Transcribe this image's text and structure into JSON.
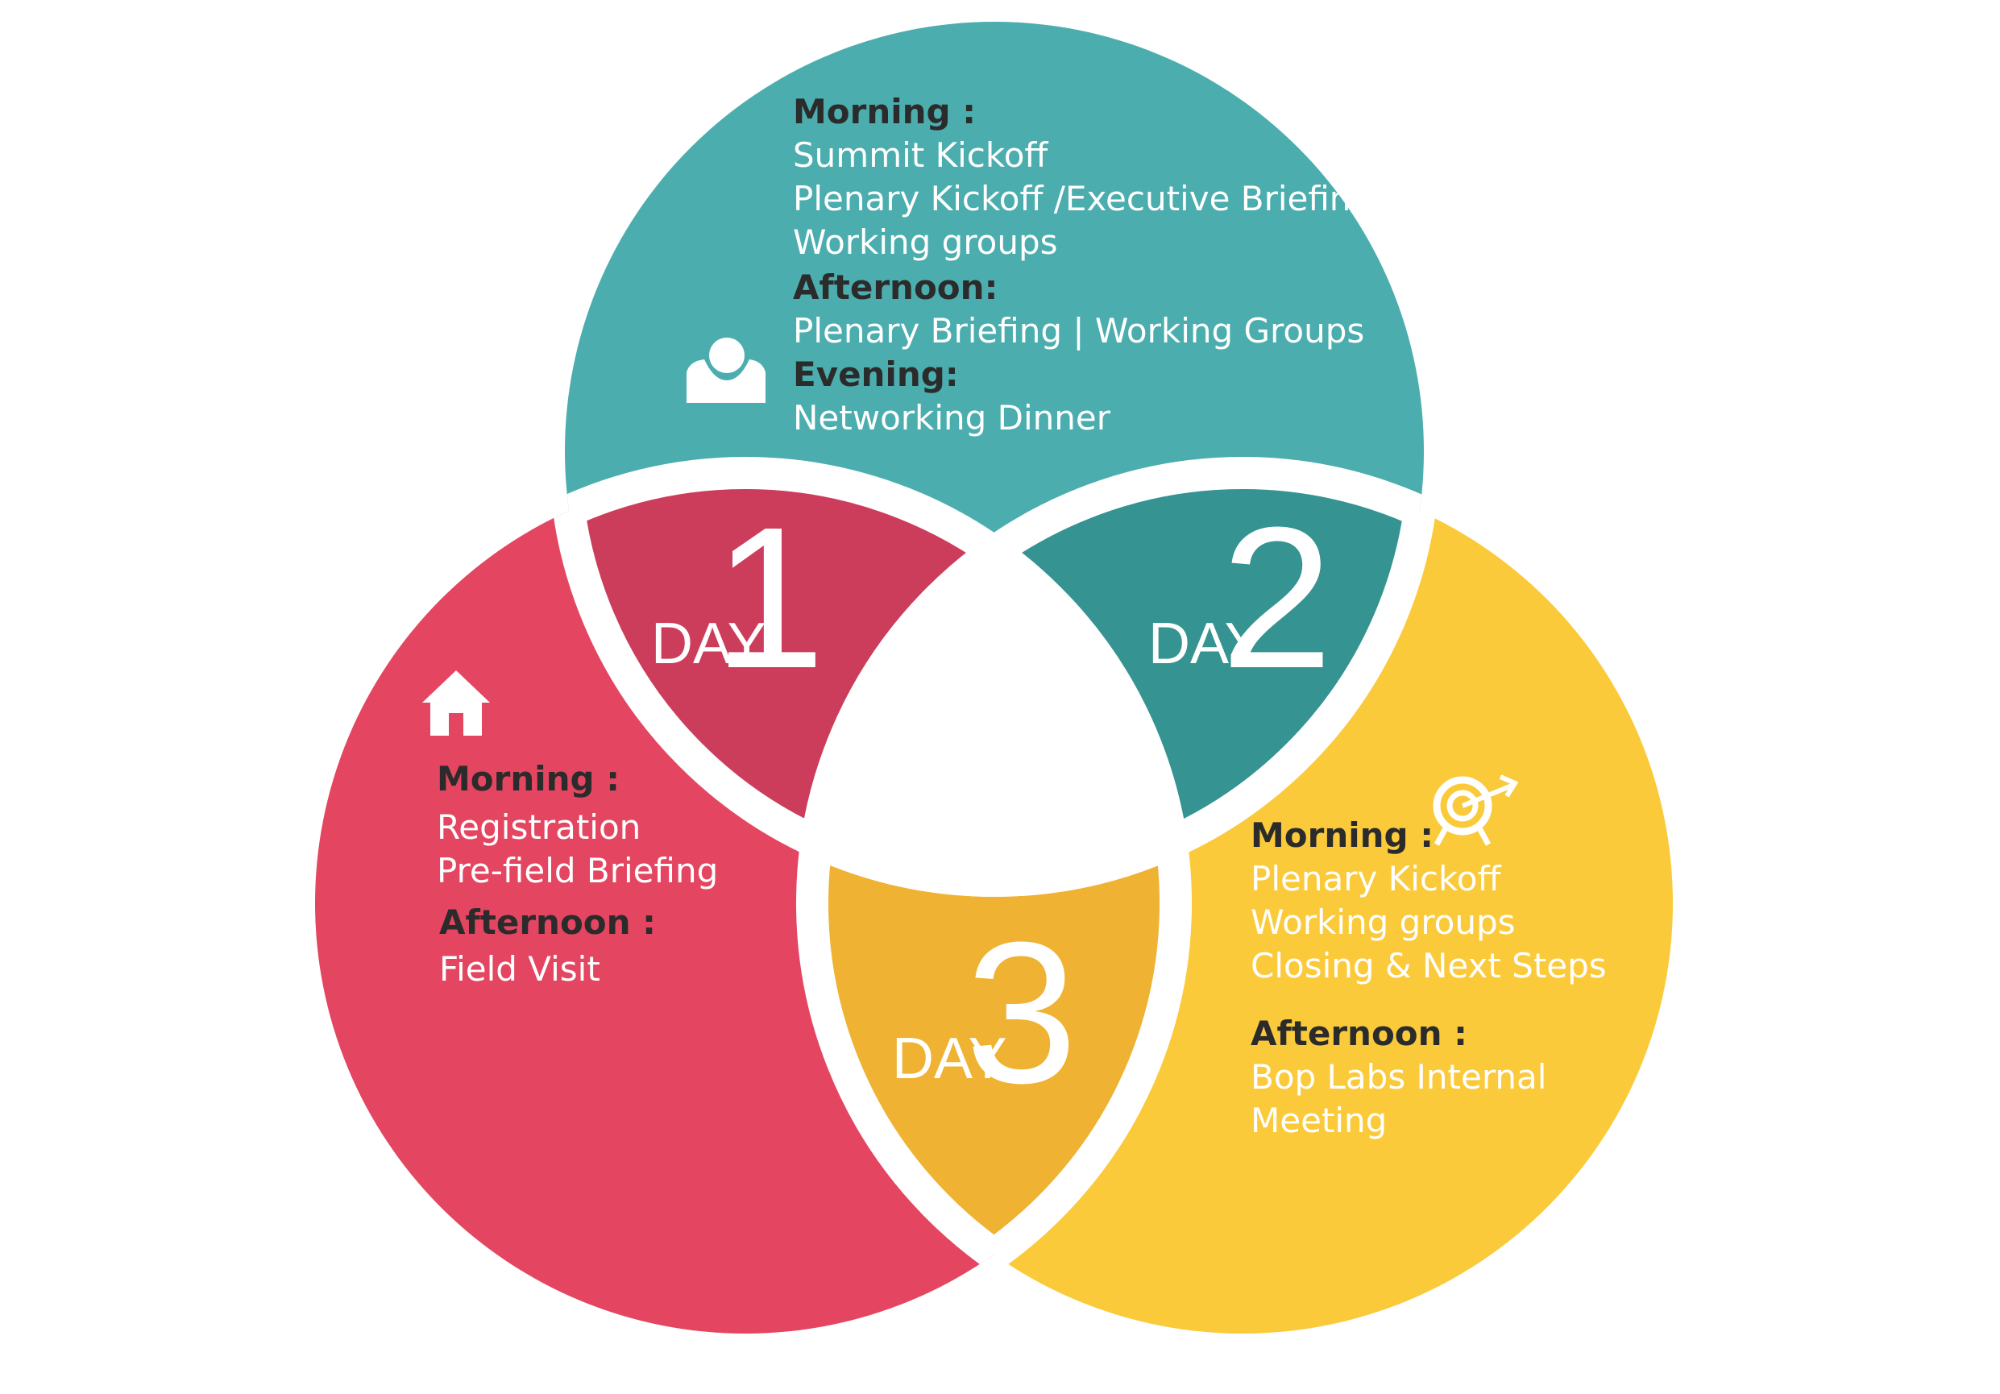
{
  "colors": {
    "teal": "#4cadae",
    "teal_dark": "#359391",
    "red": "#e44561",
    "red_dark": "#cc3d5b",
    "yellow": "#fbca3a",
    "yellow_dark": "#efb232",
    "heading_text": "#2b2b2b",
    "item_text": "#ffffff",
    "background": "#ffffff"
  },
  "icons": {
    "day2": "person-icon",
    "day1": "house-icon",
    "day3": "target-arrow-icon"
  },
  "days": [
    {
      "label": "DAY",
      "number": "1",
      "sections": [
        {
          "heading": "Morning :",
          "items": [
            "Registration",
            "Pre-field Briefing"
          ]
        },
        {
          "heading": "Afternoon :",
          "items": [
            "Field Visit"
          ]
        }
      ]
    },
    {
      "label": "DAY",
      "number": "2",
      "sections": [
        {
          "heading": "Morning :",
          "items": [
            "Summit Kickoff",
            "Plenary Kickoff /Executive Briefing",
            "Working groups"
          ]
        },
        {
          "heading": "Afternoon:",
          "items": [
            "Plenary Briefing  |  Working Groups"
          ]
        },
        {
          "heading": "Evening:",
          "items": [
            "Networking Dinner"
          ]
        }
      ]
    },
    {
      "label": "DAY",
      "number": "3",
      "sections": [
        {
          "heading": "Morning :",
          "items": [
            "Plenary Kickoff",
            "Working groups",
            "Closing & Next Steps"
          ]
        },
        {
          "heading": "Afternoon :",
          "items": [
            "Bop Labs Internal",
            "Meeting"
          ]
        }
      ]
    }
  ]
}
